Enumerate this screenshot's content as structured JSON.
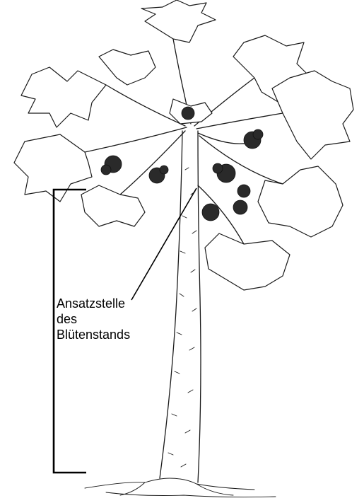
{
  "annotation": {
    "lines": [
      "Ansatzstelle",
      "des",
      "Blütenstands"
    ]
  },
  "colors": {
    "ink": "#1a1a1a",
    "background": "#ffffff"
  }
}
